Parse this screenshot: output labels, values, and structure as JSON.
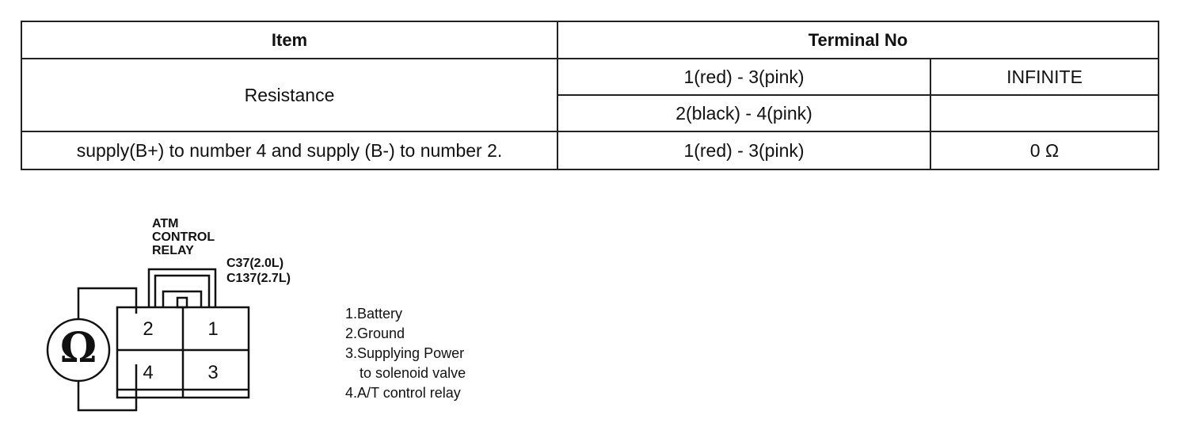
{
  "table": {
    "headers": {
      "item": "Item",
      "terminal": "Terminal No"
    },
    "rows": {
      "resistance_label": "Resistance",
      "r1_terminal": "1(red)  -  3(pink)",
      "r1_value": "INFINITE",
      "r2_terminal": "2(black)  -  4(pink)",
      "r2_value": "",
      "r3_label": "supply(B+) to number 4 and supply (B-) to number 2.",
      "r3_terminal": "1(red)  -  3(pink)",
      "r3_value": "0  Ω"
    }
  },
  "diagram": {
    "relay_line1": "ATM",
    "relay_line2": "CONTROL",
    "relay_line3": "RELAY",
    "connector_line1": "C37(2.0L)",
    "connector_line2": "C137(2.7L)",
    "meter_symbol": "Ω",
    "pins": {
      "p2": "2",
      "p1": "1",
      "p4": "4",
      "p3": "3"
    },
    "legend": [
      "1.Battery",
      "2.Ground",
      "3.Supplying Power",
      "to solenoid valve",
      "4.A/T control relay"
    ]
  }
}
